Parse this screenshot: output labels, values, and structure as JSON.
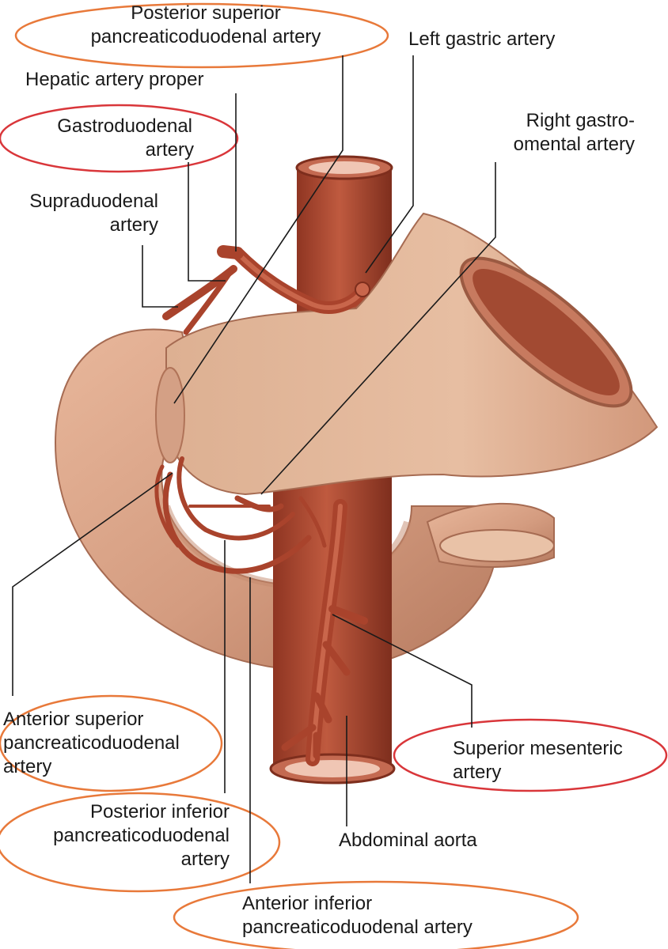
{
  "labels": {
    "posterior_superior": {
      "line1": "Posterior superior",
      "line2": "pancreaticoduodenal artery"
    },
    "left_gastric": "Left gastric artery",
    "hepatic_artery_proper": "Hepatic artery proper",
    "gastroduodenal": {
      "line1": "Gastroduodenal",
      "line2": "artery"
    },
    "right_gastroomental": {
      "line1": "Right gastro-",
      "line2": "omental artery"
    },
    "supraduodenal": {
      "line1": "Supraduodenal",
      "line2": "artery"
    },
    "anterior_superior": {
      "line1": "Anterior superior",
      "line2": "pancreaticoduodenal",
      "line3": "artery"
    },
    "superior_mesenteric": {
      "line1": "Superior mesenteric",
      "line2": "artery"
    },
    "posterior_inferior": {
      "line1": "Posterior inferior",
      "line2": "pancreaticoduodenal",
      "line3": "artery"
    },
    "abdominal_aorta": "Abdominal aorta",
    "anterior_inferior": {
      "line1": "Anterior inferior",
      "line2": "pancreaticoduodenal artery"
    }
  },
  "colors": {
    "orange_annotation": "#e8793a",
    "red_annotation": "#d9363a",
    "tissue": "#d9a184",
    "tissue_dark": "#b97a5e",
    "artery": "#a9432c",
    "artery_light": "#c9664b",
    "leader_line": "#1a1a1a"
  }
}
